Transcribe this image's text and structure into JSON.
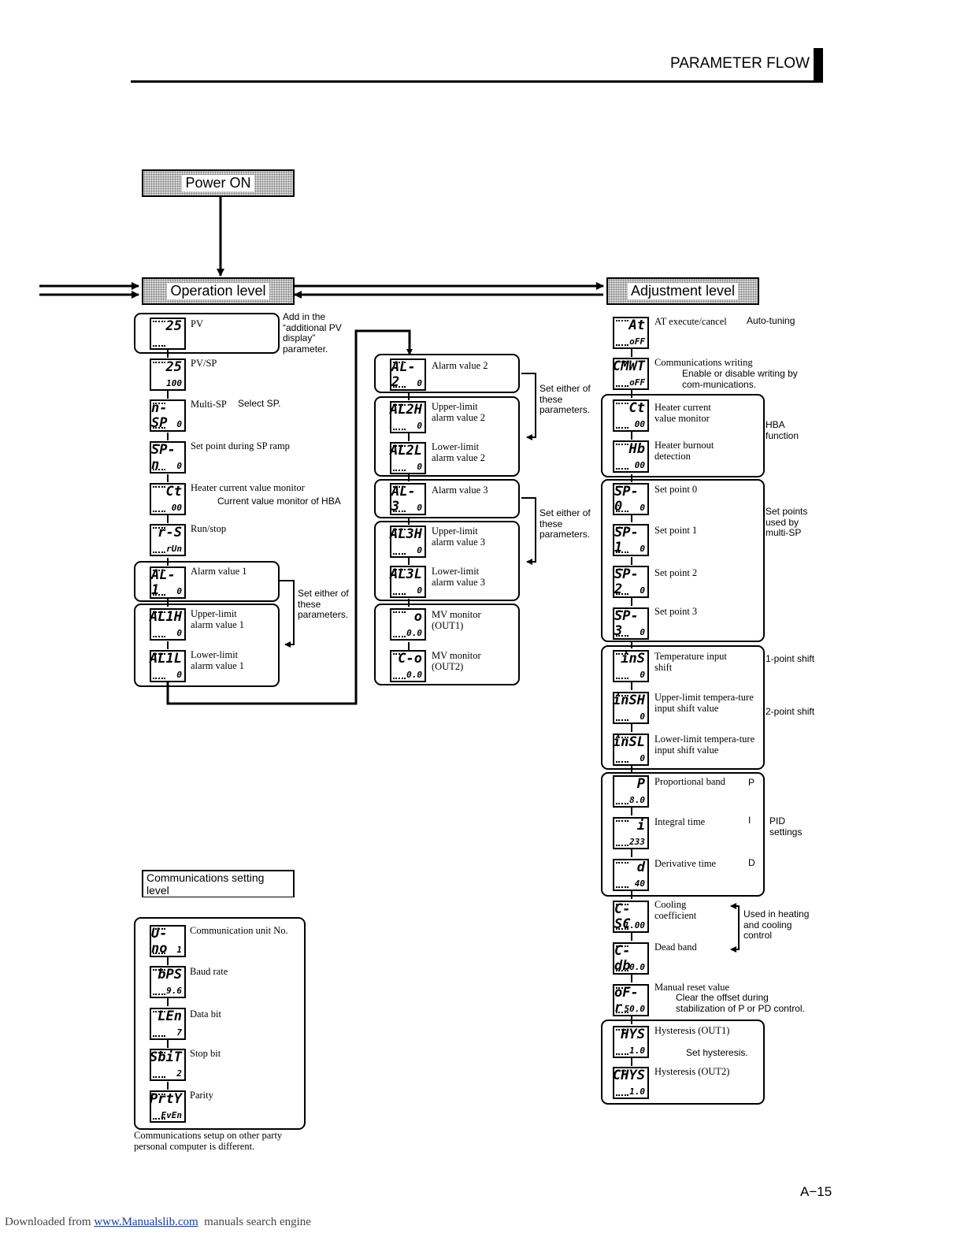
{
  "header": {
    "title": "PARAMETER FLOW"
  },
  "levels": {
    "power_on": "Power ON",
    "operation": "Operation level",
    "adjustment": "Adjustment level",
    "communications": "Communications setting level"
  },
  "operation": [
    {
      "top": "25",
      "bot": "",
      "label": "PV",
      "note": "Add in the “additional PV display” parameter."
    },
    {
      "top": "25",
      "bot": "100",
      "label": "PV/SP"
    },
    {
      "top": "n-SP",
      "bot": "0",
      "label": "Multi-SP",
      "note": "Select SP."
    },
    {
      "top": "SP-n",
      "bot": "0",
      "label": "Set point during SP ramp"
    },
    {
      "top": "Ct",
      "bot": "00",
      "label": "Heater current value monitor",
      "note": "Current value monitor of HBA"
    },
    {
      "top": "r-S",
      "bot": "rUn",
      "label": "Run/stop"
    },
    {
      "top": "AL-1",
      "bot": "0",
      "label": "Alarm value 1"
    },
    {
      "top": "AL1H",
      "bot": "0",
      "label": "Upper-limit alarm value 1"
    },
    {
      "top": "AL1L",
      "bot": "0",
      "label": "Lower-limit alarm value 1"
    }
  ],
  "operation_note": "Set either of these parameters.",
  "middle": [
    {
      "top": "AL-2",
      "bot": "0",
      "label": "Alarm value 2"
    },
    {
      "top": "AL2H",
      "bot": "0",
      "label": "Upper-limit alarm value 2"
    },
    {
      "top": "AL2L",
      "bot": "0",
      "label": "Lower-limit alarm value 2"
    },
    {
      "top": "AL-3",
      "bot": "0",
      "label": "Alarm value 3"
    },
    {
      "top": "AL3H",
      "bot": "0",
      "label": "Upper-limit alarm value 3"
    },
    {
      "top": "AL3L",
      "bot": "0",
      "label": "Lower-limit alarm value 3"
    },
    {
      "top": "o",
      "bot": "0.0",
      "label": "MV monitor (OUT1)"
    },
    {
      "top": "C-o",
      "bot": "0.0",
      "label": "MV monitor (OUT2)"
    }
  ],
  "middle_notes": [
    "Set either of these parameters.",
    "Set either of these parameters."
  ],
  "adjustment": [
    {
      "top": "At",
      "bot": "oFF",
      "label": "AT execute/cancel",
      "note": "Auto-tuning"
    },
    {
      "top": "CMWT",
      "bot": "oFF",
      "label": "Communications writing",
      "note": "Enable or disable writing by com-munications."
    },
    {
      "top": "Ct",
      "bot": "00",
      "label": "Heater current value monitor"
    },
    {
      "top": "Hb",
      "bot": "00",
      "label": "Heater burnout detection"
    },
    {
      "top": "SP-0",
      "bot": "0",
      "label": "Set point 0"
    },
    {
      "top": "SP-1",
      "bot": "0",
      "label": "Set point 1"
    },
    {
      "top": "SP-2",
      "bot": "0",
      "label": "Set point 2"
    },
    {
      "top": "SP-3",
      "bot": "0",
      "label": "Set point 3"
    },
    {
      "top": "inS",
      "bot": "0",
      "label": "Temperature input shift"
    },
    {
      "top": "inSH",
      "bot": "0",
      "label": "Upper-limit tempera-ture input shift value"
    },
    {
      "top": "inSL",
      "bot": "0",
      "label": "Lower-limit tempera-ture input shift value"
    },
    {
      "top": "P",
      "bot": "8.0",
      "label": "Proportional band"
    },
    {
      "top": "i",
      "bot": "233",
      "label": "Integral time"
    },
    {
      "top": "d",
      "bot": "40",
      "label": "Derivative time"
    },
    {
      "top": "C-SC",
      "bot": "1.00",
      "label": "Cooling coefficient"
    },
    {
      "top": "C-db",
      "bot": "0.0",
      "label": "Dead band"
    },
    {
      "top": "oF-r",
      "bot": "50.0",
      "label": "Manual reset value",
      "note": "Clear the offset during stabilization of P or PD control."
    },
    {
      "top": "HYS",
      "bot": "1.0",
      "label": "Hysteresis (OUT1)"
    },
    {
      "top": "CHYS",
      "bot": "1.0",
      "label": "Hysteresis (OUT2)"
    }
  ],
  "adjustment_notes": {
    "hba": "HBA function",
    "setpoints": "Set points used by multi-SP",
    "shift1": "1-point shift",
    "shift2": "2-point shift",
    "p": "P",
    "i": "I",
    "d": "D",
    "pid": "PID settings",
    "heatcool": "Used in heating and cooling control",
    "hys": "Set hysteresis."
  },
  "communications": [
    {
      "top": "U-no",
      "bot": "1",
      "label": "Communication unit No."
    },
    {
      "top": "bPS",
      "bot": "9.6",
      "label": "Baud rate"
    },
    {
      "top": "LEn",
      "bot": "7",
      "label": "Data bit"
    },
    {
      "top": "SbiT",
      "bot": "2",
      "label": "Stop bit"
    },
    {
      "top": "PrtY",
      "bot": "EvEn",
      "label": "Parity"
    }
  ],
  "communications_note": "Communications setup on other party personal computer is different.",
  "page_number": "A−15",
  "footer": {
    "prefix": "Downloaded from ",
    "link": "www.Manualslib.com",
    "suffix": "  manuals search engine"
  }
}
